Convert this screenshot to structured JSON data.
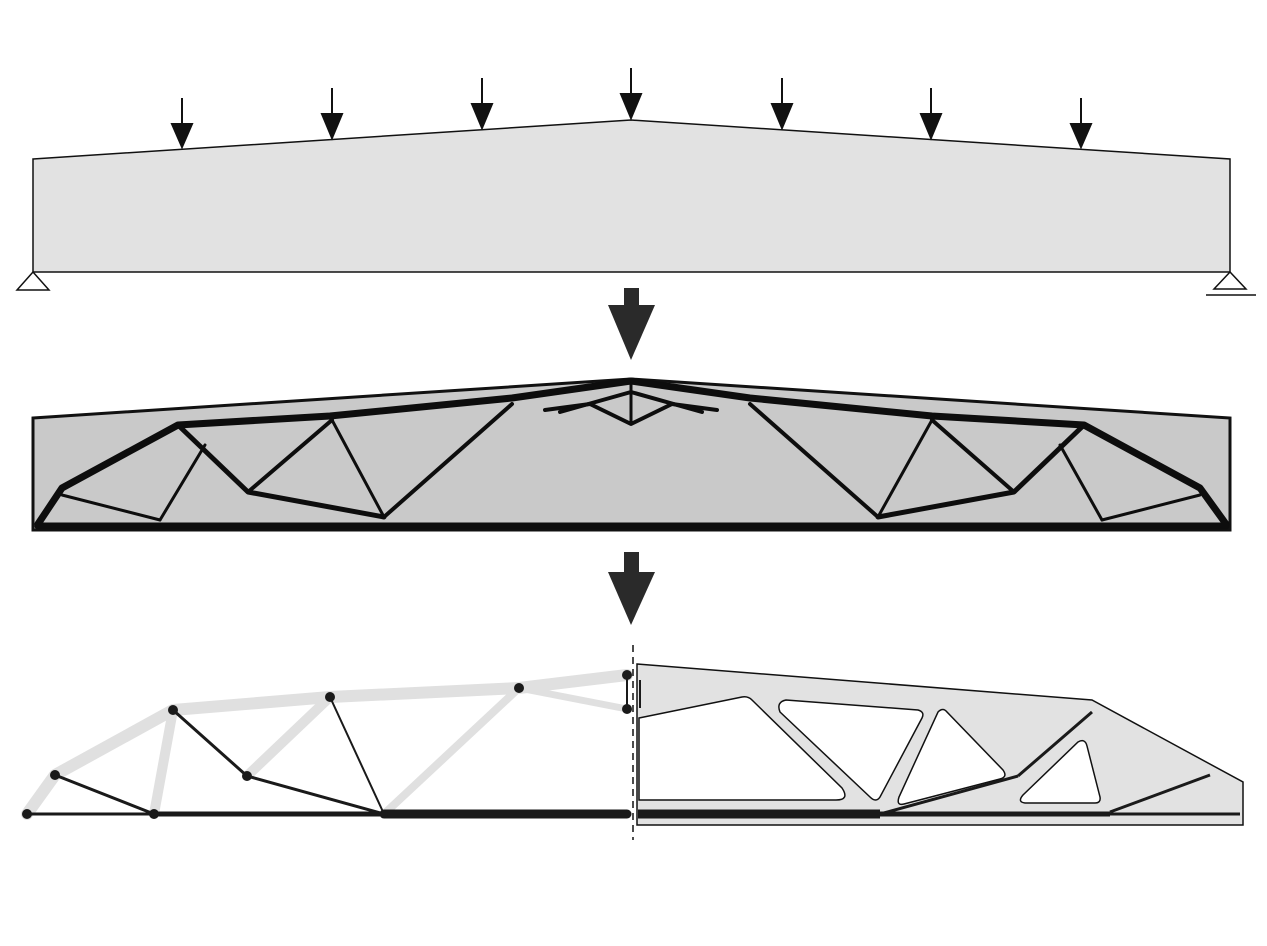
{
  "figure": {
    "panels": [
      {
        "id": "design-domain",
        "role": "loaded beam design domain with pinned and roller supports"
      },
      {
        "id": "topology-optimization",
        "role": "optimized material layout"
      },
      {
        "id": "truss-interpretation",
        "role": "truss model (left half) and final geometry (right half)"
      }
    ],
    "colors": {
      "domain_fill": "#e2e2e2",
      "optimized_fill": "#c9c9c9",
      "member_gray": "#e0e0e0",
      "member_dark": "#1a1a1a",
      "arrow": "#222222"
    },
    "icons": {
      "load": "down-arrow-icon",
      "pin_support": "pin-support-icon",
      "roller_support": "roller-support-icon",
      "flow": "flow-arrow-icon"
    },
    "load_count": 7
  }
}
